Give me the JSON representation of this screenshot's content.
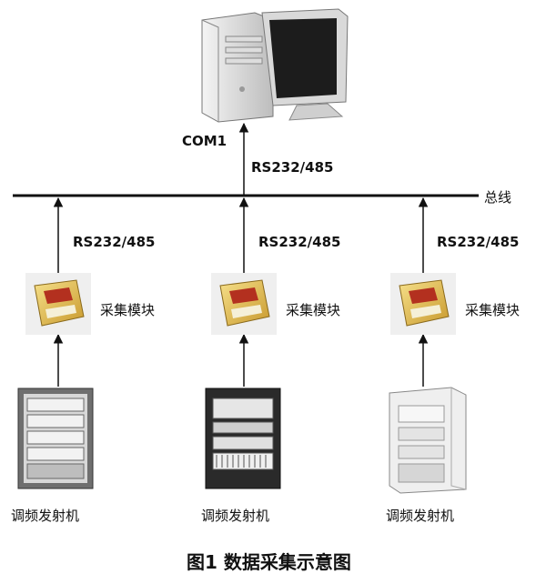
{
  "computer": {
    "port_label": "COM1",
    "link_label": "RS232/485"
  },
  "bus": {
    "label": "总线"
  },
  "branches": [
    {
      "link_label": "RS232/485",
      "module_label": "采集模块",
      "transmitter_label": "调频发射机"
    },
    {
      "link_label": "RS232/485",
      "module_label": "采集模块",
      "transmitter_label": "调频发射机"
    },
    {
      "link_label": "RS232/485",
      "module_label": "采集模块",
      "transmitter_label": "调频发射机"
    }
  ],
  "caption": "图1 数据采集示意图",
  "colors": {
    "line": "#111111",
    "module_body": "#e6c454",
    "screen": "#222222",
    "cabinet_dark": "#2a2a2a"
  }
}
